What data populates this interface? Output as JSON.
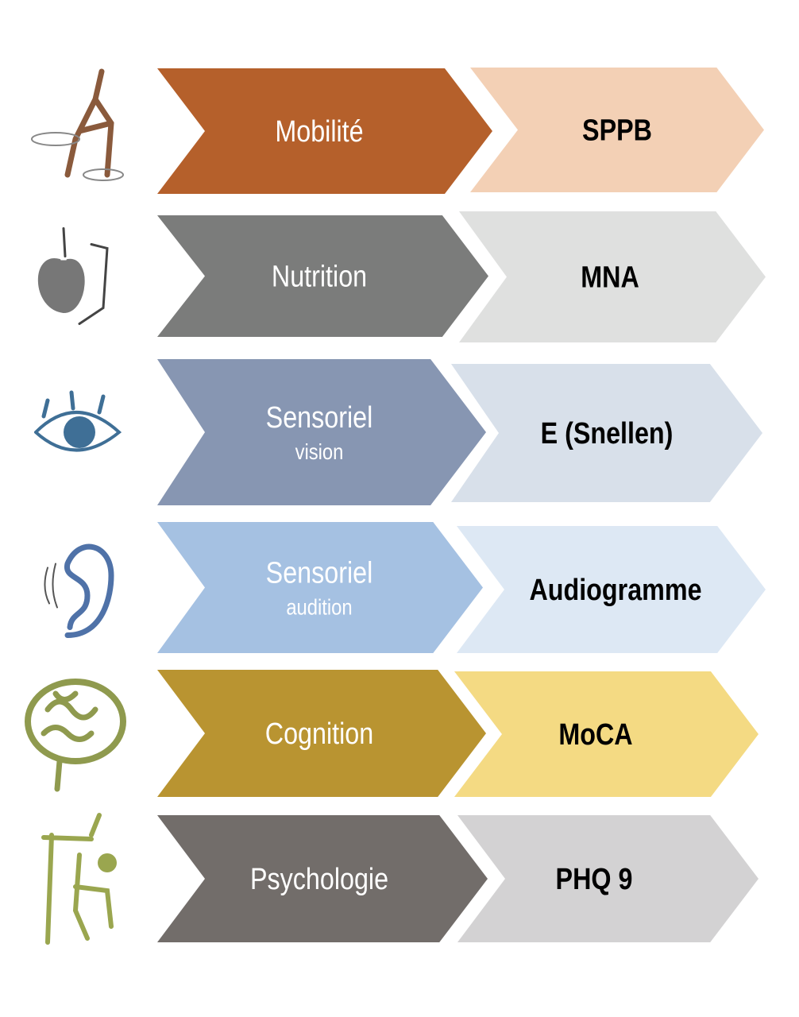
{
  "rows": [
    {
      "domain": "Mobilité",
      "sub": "",
      "tool": "SPPB",
      "icon": "walking-person-cane-icon",
      "color": "#b5602b",
      "tool_color": "#f3d0b5",
      "icon_color": "#8a5a3c"
    },
    {
      "domain": "Nutrition",
      "sub": "",
      "tool": "MNA",
      "icon": "apple-icon",
      "color": "#7b7c7b",
      "tool_color": "#dfe0df",
      "icon_color": "#777777"
    },
    {
      "domain": "Sensoriel",
      "sub": "vision",
      "tool": "E (Snellen)",
      "icon": "eye-icon",
      "color": "#8796b2",
      "tool_color": "#d8e0ea",
      "icon_color": "#3f6f96"
    },
    {
      "domain": "Sensoriel",
      "sub": "audition",
      "tool": "Audiogramme",
      "icon": "ear-icon",
      "color": "#a5c1e2",
      "tool_color": "#dde8f4",
      "icon_color": "#4f72a8"
    },
    {
      "domain": "Cognition",
      "sub": "",
      "tool": "MoCA",
      "icon": "brain-icon",
      "color": "#b99431",
      "tool_color": "#f4da83",
      "icon_color": "#8f9a4e"
    },
    {
      "domain": "Psychologie",
      "sub": "",
      "tool": "PHQ 9",
      "icon": "seated-person-plant-icon",
      "color": "#726d6a",
      "tool_color": "#d3d2d3",
      "icon_color": "#9aa64f"
    }
  ]
}
